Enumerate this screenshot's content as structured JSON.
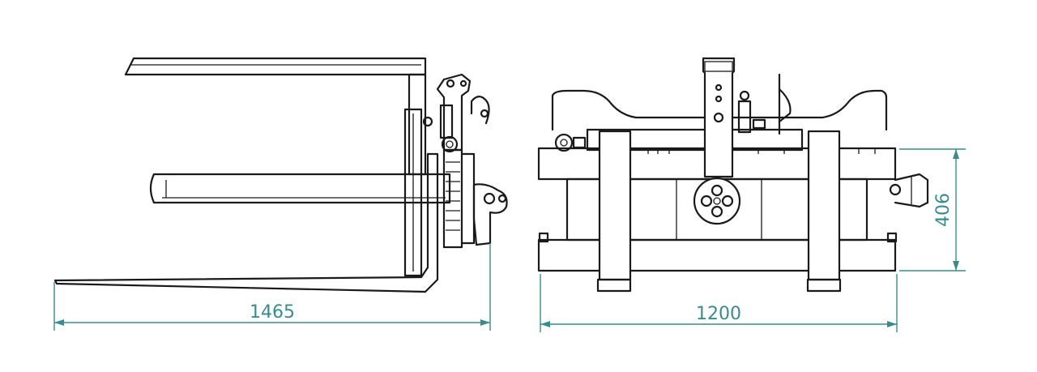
{
  "dimensions": {
    "side_length": "1465",
    "front_width": "1200",
    "front_height": "406"
  },
  "colors": {
    "line": "#1a1a1a",
    "dimension": "#3a8c8c",
    "background": "#ffffff"
  }
}
